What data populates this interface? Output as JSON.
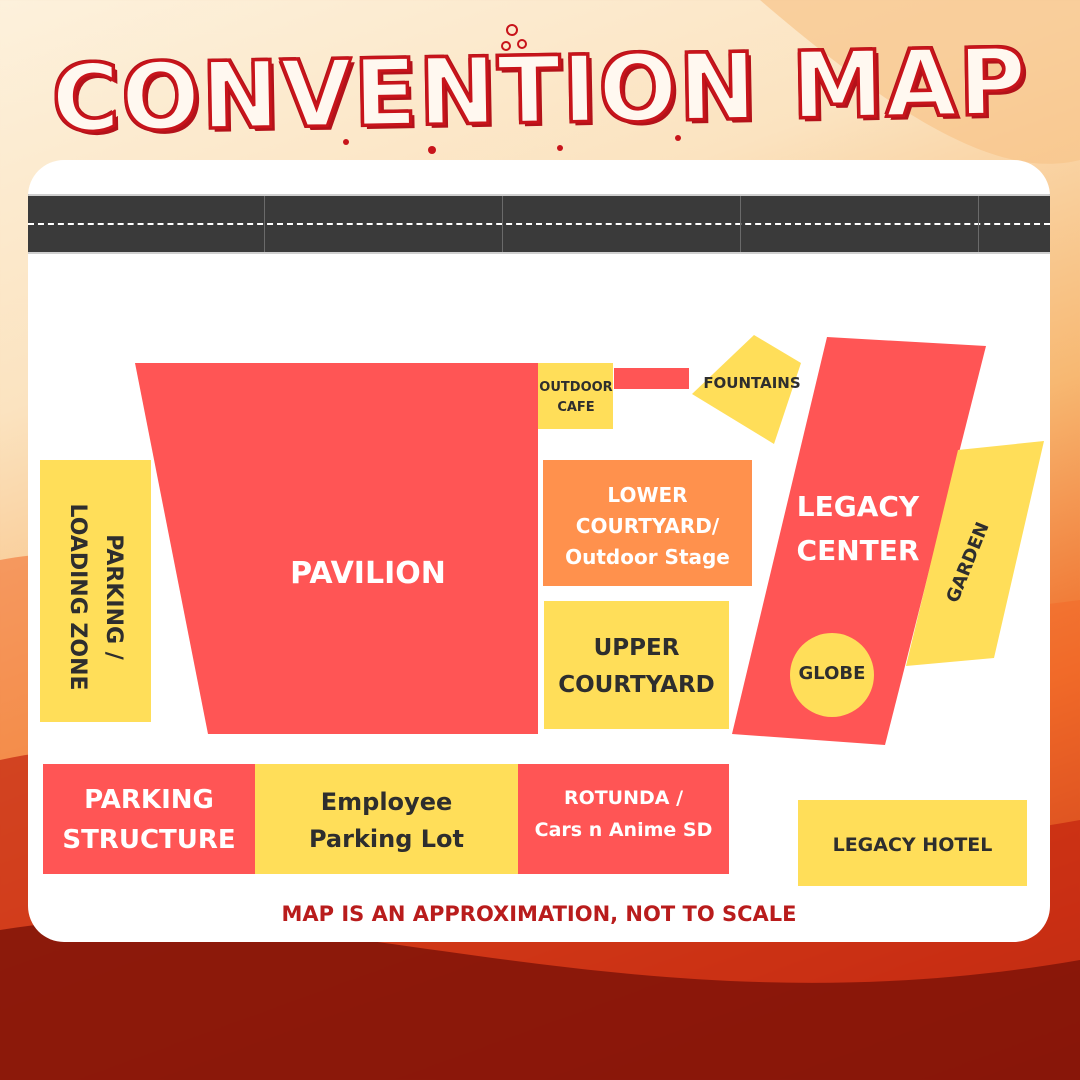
{
  "title": "CONVENTION MAP",
  "colors": {
    "red": "#ff5555",
    "yellow": "#ffde59",
    "orange": "#ff914d",
    "road": "#3a3a3a",
    "note": "#b91c1c"
  },
  "zones": {
    "pavilion": "PAVILION",
    "outdoor_cafe": [
      "OUTDOOR",
      "CAFE"
    ],
    "fountains": "FOUNTAINS",
    "legacy_center": [
      "LEGACY",
      "CENTER"
    ],
    "garden": "GARDEN",
    "globe": "GLOBE",
    "parking_loading": [
      "PARKING /",
      "LOADING ZONE"
    ],
    "lower_courtyard": [
      "LOWER",
      "COURTYARD/",
      "Outdoor Stage"
    ],
    "upper_courtyard": [
      "UPPER",
      "COURTYARD"
    ],
    "parking_structure": [
      "PARKING",
      "STRUCTURE"
    ],
    "employee_parking": [
      "Employee",
      "Parking Lot"
    ],
    "rotunda": [
      "ROTUNDA /",
      "Cars n Anime SD"
    ],
    "legacy_hotel": "LEGACY HOTEL"
  },
  "note": "MAP IS AN APPROXIMATION, NOT TO SCALE"
}
